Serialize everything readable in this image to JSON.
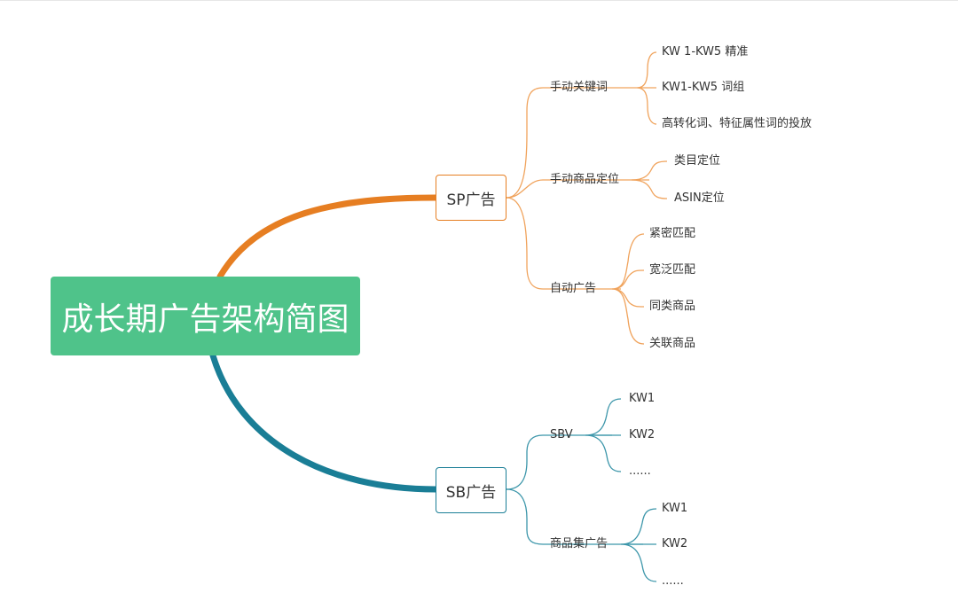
{
  "colors": {
    "root_bg": "#4fc38a",
    "sp": "#e67e22",
    "sp_thin": "#f0a35c",
    "sb": "#1a7e96",
    "sb_thin": "#3c96aa"
  },
  "root": {
    "label": "成长期广告架构简图"
  },
  "sp": {
    "label": "SP广告",
    "groups": [
      {
        "label": "手动关键词",
        "children": [
          "KW 1-KW5 精准",
          "KW1-KW5 词组",
          "高转化词、特征属性词的投放"
        ]
      },
      {
        "label": "手动商品定位",
        "children": [
          "类目定位",
          "ASIN定位"
        ]
      },
      {
        "label": "自动广告",
        "children": [
          "紧密匹配",
          "宽泛匹配",
          "同类商品",
          "关联商品"
        ]
      }
    ]
  },
  "sb": {
    "label": "SB广告",
    "groups": [
      {
        "label": "SBV",
        "children": [
          "KW1",
          "KW2",
          "......"
        ]
      },
      {
        "label": "商品集广告",
        "children": [
          "KW1",
          "KW2",
          "......"
        ]
      }
    ]
  }
}
